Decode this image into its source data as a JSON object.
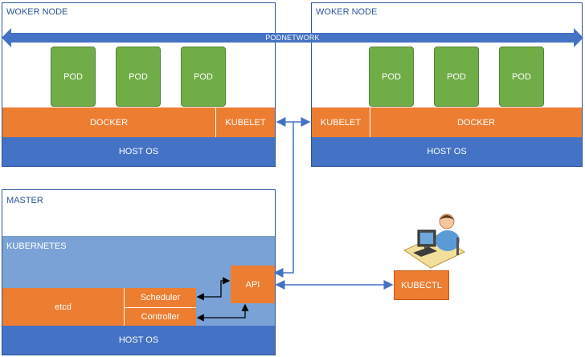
{
  "worker_left": {
    "title": "WOKER NODE",
    "pods": [
      "POD",
      "POD",
      "POD"
    ],
    "docker": "DOCKER",
    "kubelet": "KUBELET",
    "host_os": "HOST OS"
  },
  "worker_right": {
    "title": "WOKER NODE",
    "pods": [
      "POD",
      "POD",
      "POD"
    ],
    "docker": "DOCKER",
    "kubelet": "KUBELET",
    "host_os": "HOST OS"
  },
  "pod_network": "PODNETWORK",
  "master": {
    "title": "MASTER",
    "kubernetes": "KUBERNETES",
    "etcd": "etcd",
    "scheduler": "Scheduler",
    "controller": "Controller",
    "api": "API",
    "host_os": "HOST OS"
  },
  "kubectl": "KUBECTL",
  "colors": {
    "orange": "#ed7d31",
    "blue": "#4472c4",
    "green": "#70ad47",
    "light_blue": "#7aa2d6",
    "border": "#2f5597"
  }
}
